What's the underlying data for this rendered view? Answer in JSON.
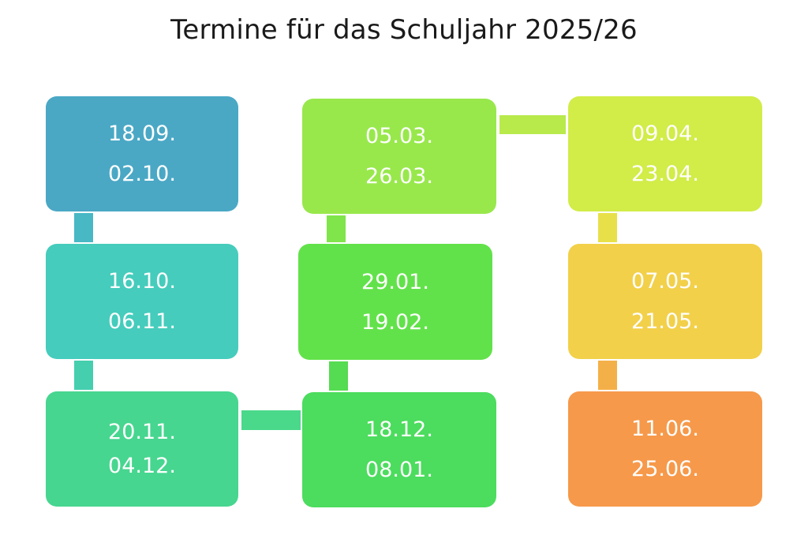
{
  "title": "Termine für das Schuljahr 2025/26",
  "boxes": [
    {
      "dates": [
        "18.09.",
        "02.10."
      ],
      "color": "#4aa8c5"
    },
    {
      "dates": [
        "16.10.",
        "06.11."
      ],
      "color": "#45ccbc"
    },
    {
      "dates": [
        "20.11.",
        "04.12."
      ],
      "color": "#46d68f"
    },
    {
      "dates": [
        "18.12.",
        "08.01."
      ],
      "color": "#4cdc5e"
    },
    {
      "dates": [
        "29.01.",
        "19.02."
      ],
      "color": "#62e24a"
    },
    {
      "dates": [
        "05.03.",
        "26.03."
      ],
      "color": "#98e84c"
    },
    {
      "dates": [
        "09.04.",
        "23.04."
      ],
      "color": "#d2ec48"
    },
    {
      "dates": [
        "07.05.",
        "21.05."
      ],
      "color": "#f2d04a"
    },
    {
      "dates": [
        "11.06.",
        "25.06."
      ],
      "color": "#f6994a"
    }
  ],
  "connectors": [
    {
      "color": "#47b8c4"
    },
    {
      "color": "#45cfae"
    },
    {
      "color": "#4ad98a"
    },
    {
      "color": "#55dc52"
    },
    {
      "color": "#80e44b"
    },
    {
      "color": "#b8ea4c"
    },
    {
      "color": "#e8e048"
    },
    {
      "color": "#f4b048"
    }
  ]
}
